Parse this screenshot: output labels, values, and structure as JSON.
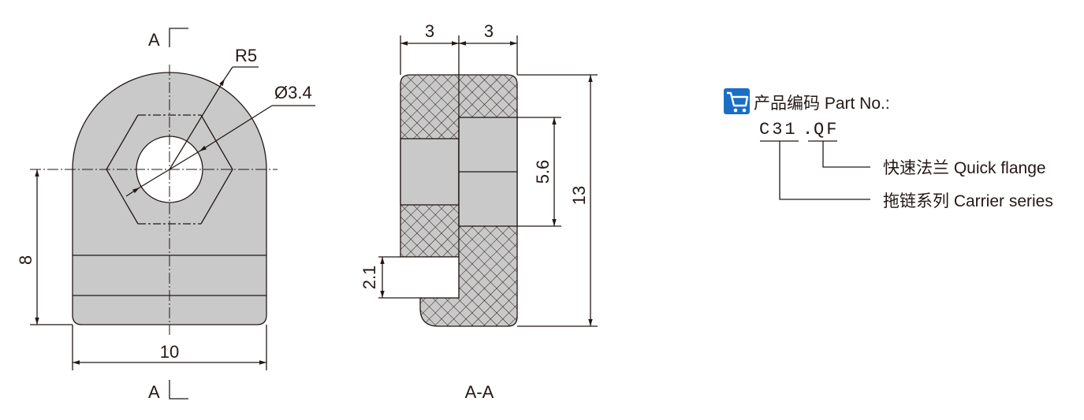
{
  "front_view": {
    "section_marker_top": "A",
    "section_marker_bottom": "A",
    "dim_radius": "R5",
    "dim_hole": "Ø3.4",
    "dim_height": "8",
    "dim_width": "10"
  },
  "section_view": {
    "title": "A-A",
    "dim_left_width": "3",
    "dim_right_width": "3",
    "dim_pocket_height": "5.6",
    "dim_total_height": "13",
    "dim_slot_height": "2.1"
  },
  "part_number": {
    "icon": "shopping-cart-icon",
    "icon_color": "#1a6fc4",
    "heading": "产品编码 Part No.:",
    "code_prefix": "C31",
    "code_separator": ".",
    "code_suffix": "QF",
    "legend": [
      {
        "segment": "QF",
        "label": "快速法兰 Quick flange"
      },
      {
        "segment": "C31",
        "label": "拖链系列 Carrier series"
      }
    ]
  },
  "colors": {
    "body_fill": "#c9c9c9",
    "line": "#231815"
  }
}
